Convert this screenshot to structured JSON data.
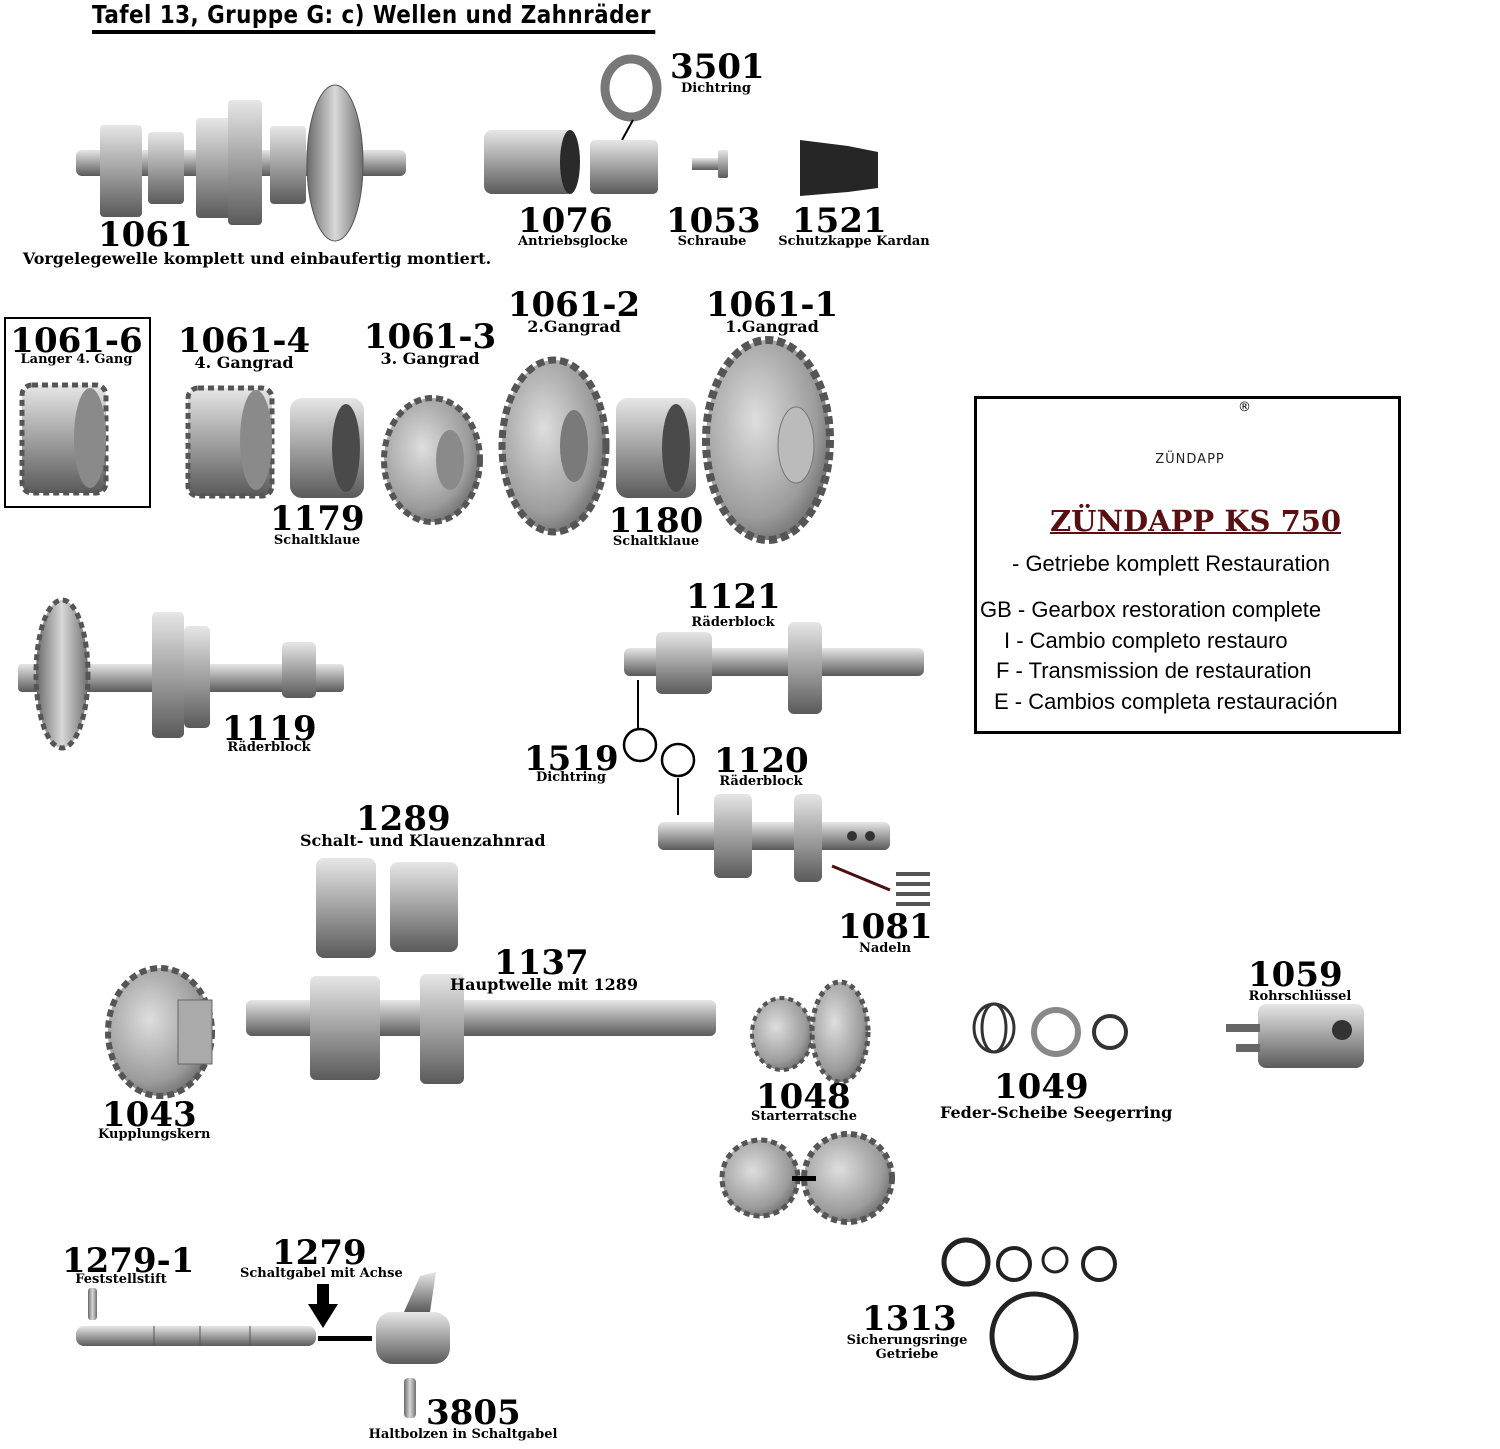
{
  "title": "Tafel 13, Gruppe G: c) Wellen und Zahnräder",
  "parts": {
    "p1061": {
      "number": "1061",
      "label": "Vorgelegewelle komplett und einbaufertig montiert."
    },
    "p3501": {
      "number": "3501",
      "label": "Dichtring"
    },
    "p1076": {
      "number": "1076",
      "label": "Antriebsglocke"
    },
    "p1053": {
      "number": "1053",
      "label": "Schraube"
    },
    "p1521": {
      "number": "1521",
      "label": "Schutzkappe Kardan"
    },
    "p1061_6": {
      "number": "1061-6",
      "label": "Langer 4. Gang"
    },
    "p1061_4": {
      "number": "1061-4",
      "label": "4. Gangrad"
    },
    "p1061_3": {
      "number": "1061-3",
      "label": "3. Gangrad"
    },
    "p1061_2": {
      "number": "1061-2",
      "label": "2.Gangrad"
    },
    "p1061_1": {
      "number": "1061-1",
      "label": "1.Gangrad"
    },
    "p1179": {
      "number": "1179",
      "label": "Schaltklaue"
    },
    "p1180": {
      "number": "1180",
      "label": "Schaltklaue"
    },
    "p1121": {
      "number": "1121",
      "label": "Räderblock"
    },
    "p1119": {
      "number": "1119",
      "label": "Räderblock"
    },
    "p1519": {
      "number": "1519",
      "label": "Dichtring"
    },
    "p1120": {
      "number": "1120",
      "label": "Räderblock"
    },
    "p1289": {
      "number": "1289",
      "label": "Schalt- und Klauenzahnrad"
    },
    "p1081": {
      "number": "1081",
      "label": "Nadeln"
    },
    "p1137": {
      "number": "1137",
      "label": "Hauptwelle mit 1289"
    },
    "p1059": {
      "number": "1059",
      "label": "Rohrschlüssel"
    },
    "p1043": {
      "number": "1043",
      "label": "Kupplungskern"
    },
    "p1048": {
      "number": "1048",
      "label": "Starterratsche"
    },
    "p1049": {
      "number": "1049",
      "label": "Feder-Scheibe Seegerring"
    },
    "p1279_1": {
      "number": "1279-1",
      "label": "Feststellstift"
    },
    "p1279": {
      "number": "1279",
      "label": "Schaltgabel mit Achse"
    },
    "p1313": {
      "number": "1313",
      "label": "Sicherungsringe Getriebe"
    },
    "p3805": {
      "number": "3805",
      "label": "Haltbolzen in Schaltgabel"
    }
  },
  "brand_box": {
    "brand": "ZÜNDAPP",
    "registered": "®",
    "model": "ZÜNDAPP KS  750",
    "lines": [
      "- Getriebe komplett Restauration",
      "GB - Gearbox restoration complete",
      "I - Cambio completo restauro",
      "F - Transmission de restauration",
      "E - Cambios completa restauración"
    ]
  },
  "colors": {
    "metal_light": "#c9c9c9",
    "metal_mid": "#9a9a9a",
    "metal_dark": "#5e5e5e",
    "model_text": "#5a1010"
  }
}
